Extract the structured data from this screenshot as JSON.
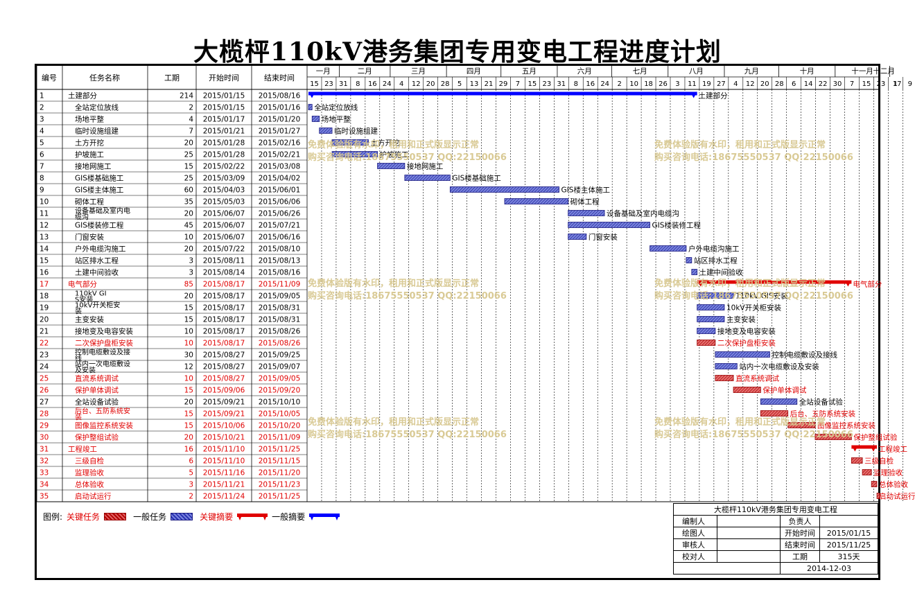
{
  "title": "大榄枰110kV港务集团专用变电工程进度计划",
  "headers": {
    "id": "编号",
    "name": "任务名称",
    "duration": "工期",
    "start": "开始时间",
    "end": "结束时间"
  },
  "timeline": {
    "months": [
      "一月",
      "二月",
      "三月",
      "四月",
      "五月",
      "六月",
      "七月",
      "八月",
      "九月",
      "十月",
      "十一月",
      "十二月"
    ],
    "weeks": [
      "15",
      "23",
      "31",
      "8",
      "16",
      "24",
      "4",
      "12",
      "20",
      "28",
      "5",
      "13",
      "21",
      "29",
      "7",
      "15",
      "23",
      "31",
      "8",
      "16",
      "24",
      "2",
      "10",
      "18",
      "26",
      "3",
      "11",
      "19",
      "27",
      "4",
      "12",
      "20",
      "28",
      "6",
      "14",
      "22",
      "30",
      "7",
      "15",
      "23",
      "1",
      "9",
      "17"
    ]
  },
  "watermark": {
    "line1": "免费体验版有水印，租用和正式版显示正常",
    "line2": "购买咨询电话:18675550537 QQ:22150066"
  },
  "legend": {
    "label": "图例:",
    "critical_task": "关键任务",
    "normal_task": "一般任务",
    "critical_summary": "关键摘要",
    "normal_summary": "一般摘要"
  },
  "info": {
    "project": "大榄枰110kV港务集团专用变电工程",
    "compiler_label": "编制人",
    "compiler": "",
    "owner_label": "负责人",
    "owner": "",
    "drawer_label": "绘图人",
    "drawer": "",
    "start_label": "开始时间",
    "start": "2015/01/15",
    "reviewer_label": "审核人",
    "reviewer": "",
    "end_label": "结束时间",
    "end": "2015/11/25",
    "checker_label": "校对人",
    "checker": "",
    "duration_label": "工期",
    "duration": "315天",
    "date": "2014-12-03"
  },
  "colors": {
    "critical": "#e00000",
    "normal_bar": "#4a55d0",
    "summary_blue": "#0000ff",
    "watermark": "#d8c890",
    "link": "#000080"
  },
  "chart_data": {
    "type": "gantt",
    "tasks": [
      {
        "id": "1",
        "name": "土建部分",
        "duration": "214",
        "start": "2015/01/15",
        "end": "2015/08/16",
        "kind": "summary",
        "critical": false
      },
      {
        "id": "2",
        "name": "全站定位放线",
        "duration": "2",
        "start": "2015/01/15",
        "end": "2015/01/16",
        "kind": "task",
        "critical": false
      },
      {
        "id": "3",
        "name": "场地平整",
        "duration": "4",
        "start": "2015/01/17",
        "end": "2015/01/20",
        "kind": "task",
        "critical": false
      },
      {
        "id": "4",
        "name": "临时设施组建",
        "duration": "7",
        "start": "2015/01/21",
        "end": "2015/01/27",
        "kind": "task",
        "critical": false
      },
      {
        "id": "5",
        "name": "土方开挖",
        "duration": "20",
        "start": "2015/01/28",
        "end": "2015/02/16",
        "kind": "task",
        "critical": false
      },
      {
        "id": "6",
        "name": "护坡施工",
        "duration": "25",
        "start": "2015/01/28",
        "end": "2015/02/21",
        "kind": "task",
        "critical": false
      },
      {
        "id": "7",
        "name": "接地网施工",
        "duration": "15",
        "start": "2015/02/22",
        "end": "2015/03/08",
        "kind": "task",
        "critical": false
      },
      {
        "id": "8",
        "name": "GIS楼基础施工",
        "duration": "25",
        "start": "2015/03/09",
        "end": "2015/04/02",
        "kind": "task",
        "critical": false
      },
      {
        "id": "9",
        "name": "GIS楼主体施工",
        "duration": "60",
        "start": "2015/04/03",
        "end": "2015/06/01",
        "kind": "task",
        "critical": false
      },
      {
        "id": "10",
        "name": "砌体工程",
        "duration": "35",
        "start": "2015/05/03",
        "end": "2015/06/06",
        "kind": "task",
        "critical": false
      },
      {
        "id": "11",
        "name": "设备基础及室内电缆沟",
        "duration": "20",
        "start": "2015/06/07",
        "end": "2015/06/26",
        "kind": "task",
        "critical": false
      },
      {
        "id": "12",
        "name": "GIS楼装修工程",
        "duration": "45",
        "start": "2015/06/07",
        "end": "2015/07/21",
        "kind": "task",
        "critical": false
      },
      {
        "id": "13",
        "name": "门窗安装",
        "duration": "10",
        "start": "2015/06/07",
        "end": "2015/06/16",
        "kind": "task",
        "critical": false
      },
      {
        "id": "14",
        "name": "户外电缆沟施工",
        "duration": "20",
        "start": "2015/07/22",
        "end": "2015/08/10",
        "kind": "task",
        "critical": false
      },
      {
        "id": "15",
        "name": "站区排水工程",
        "duration": "3",
        "start": "2015/08/11",
        "end": "2015/08/13",
        "kind": "task",
        "critical": false
      },
      {
        "id": "16",
        "name": "土建中间验收",
        "duration": "3",
        "start": "2015/08/14",
        "end": "2015/08/16",
        "kind": "task",
        "critical": false
      },
      {
        "id": "17",
        "name": "电气部分",
        "duration": "85",
        "start": "2015/08/17",
        "end": "2015/11/09",
        "kind": "summary",
        "critical": true
      },
      {
        "id": "18",
        "name": "110kV GIS安装",
        "duration": "20",
        "start": "2015/08/17",
        "end": "2015/09/05",
        "kind": "task",
        "critical": false
      },
      {
        "id": "19",
        "name": "10kV开关柜安装",
        "duration": "15",
        "start": "2015/08/17",
        "end": "2015/08/31",
        "kind": "task",
        "critical": false
      },
      {
        "id": "20",
        "name": "主变安装",
        "duration": "15",
        "start": "2015/08/17",
        "end": "2015/08/31",
        "kind": "task",
        "critical": false
      },
      {
        "id": "21",
        "name": "接地变及电容安装",
        "duration": "10",
        "start": "2015/08/17",
        "end": "2015/08/26",
        "kind": "task",
        "critical": false
      },
      {
        "id": "22",
        "name": "二次保护盘柜安装",
        "duration": "10",
        "start": "2015/08/17",
        "end": "2015/08/26",
        "kind": "task",
        "critical": true
      },
      {
        "id": "23",
        "name": "控制电缆敷设及接线",
        "duration": "30",
        "start": "2015/08/27",
        "end": "2015/09/25",
        "kind": "task",
        "critical": false
      },
      {
        "id": "24",
        "name": "站内一次电缆敷设及安装",
        "duration": "12",
        "start": "2015/08/27",
        "end": "2015/09/07",
        "kind": "task",
        "critical": false
      },
      {
        "id": "25",
        "name": "直流系统调试",
        "duration": "10",
        "start": "2015/08/27",
        "end": "2015/09/05",
        "kind": "task",
        "critical": true
      },
      {
        "id": "26",
        "name": "保护单体调试",
        "duration": "15",
        "start": "2015/09/06",
        "end": "2015/09/20",
        "kind": "task",
        "critical": true
      },
      {
        "id": "27",
        "name": "全站设备试验",
        "duration": "20",
        "start": "2015/09/21",
        "end": "2015/10/10",
        "kind": "task",
        "critical": false
      },
      {
        "id": "28",
        "name": "后台、五防系统安装",
        "duration": "15",
        "start": "2015/09/21",
        "end": "2015/10/05",
        "kind": "task",
        "critical": true
      },
      {
        "id": "29",
        "name": "图像监控系统安装",
        "duration": "15",
        "start": "2015/10/06",
        "end": "2015/10/20",
        "kind": "task",
        "critical": true
      },
      {
        "id": "30",
        "name": "保护整组试验",
        "duration": "20",
        "start": "2015/10/21",
        "end": "2015/11/09",
        "kind": "task",
        "critical": true
      },
      {
        "id": "31",
        "name": "工程竣工",
        "duration": "16",
        "start": "2015/11/10",
        "end": "2015/11/25",
        "kind": "summary",
        "critical": true
      },
      {
        "id": "32",
        "name": "三级自检",
        "duration": "6",
        "start": "2015/11/10",
        "end": "2015/11/15",
        "kind": "task",
        "critical": true
      },
      {
        "id": "33",
        "name": "监理验收",
        "duration": "5",
        "start": "2015/11/16",
        "end": "2015/11/20",
        "kind": "task",
        "critical": true
      },
      {
        "id": "34",
        "name": "总体验收",
        "duration": "3",
        "start": "2015/11/21",
        "end": "2015/11/23",
        "kind": "task",
        "critical": true
      },
      {
        "id": "35",
        "name": "启动试运行",
        "duration": "2",
        "start": "2015/11/24",
        "end": "2015/11/25",
        "kind": "task",
        "critical": true
      }
    ]
  }
}
